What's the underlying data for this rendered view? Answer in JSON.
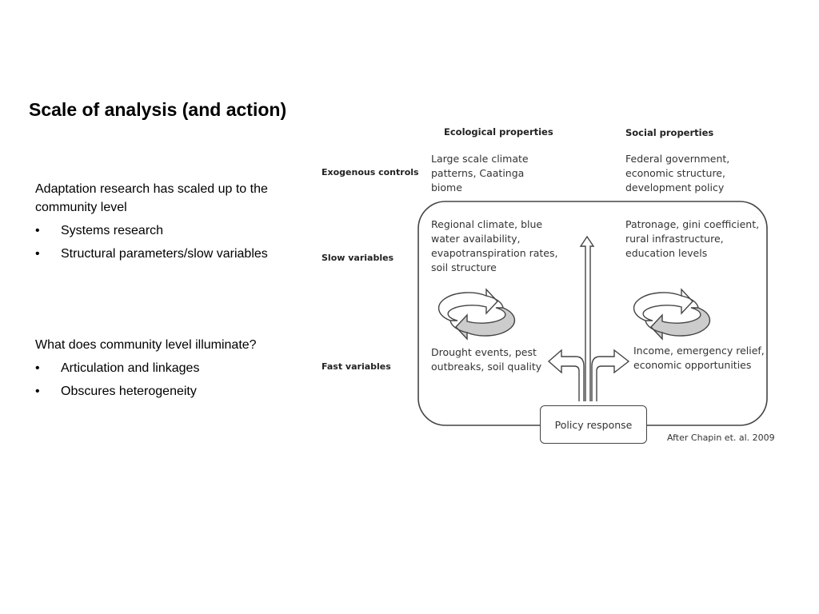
{
  "slide": {
    "title": "Scale of analysis (and action)",
    "block1": {
      "intro": "Adaptation research has scaled up to the community level",
      "bullets": [
        "Systems research",
        "Structural parameters/slow variables"
      ]
    },
    "block2": {
      "intro": "What does community level illuminate?",
      "bullets": [
        "Articulation and linkages",
        "Obscures heterogeneity"
      ]
    },
    "bullet_symbol": "•"
  },
  "diagram": {
    "headers": {
      "ecological": "Ecological properties",
      "social": "Social properties"
    },
    "row_labels": {
      "exogenous": "Exogenous controls",
      "slow": "Slow variables",
      "fast": "Fast variables"
    },
    "ecological": {
      "exogenous": [
        "Large scale climate",
        "patterns, Caatinga",
        "biome"
      ],
      "slow": [
        "Regional climate, blue",
        "water availability,",
        "evapotranspiration rates,",
        "soil structure"
      ],
      "fast": [
        "Drought events, pest",
        "outbreaks, soil quality"
      ]
    },
    "social": {
      "exogenous": [
        "Federal government,",
        "economic structure,",
        "development policy"
      ],
      "slow": [
        "Patronage, gini coefficient,",
        "rural infrastructure,",
        "education levels"
      ],
      "fast": [
        "Income, emergency relief,",
        "economic opportunities"
      ]
    },
    "policy_response": "Policy response",
    "credit": "After Chapin et. al. 2009",
    "colors": {
      "line": "#444444",
      "arrow_fill": "#cccccc"
    },
    "icons": [
      "cycle-arrows-icon",
      "up-arrow-icon",
      "left-arrow-icon",
      "right-arrow-icon"
    ]
  }
}
